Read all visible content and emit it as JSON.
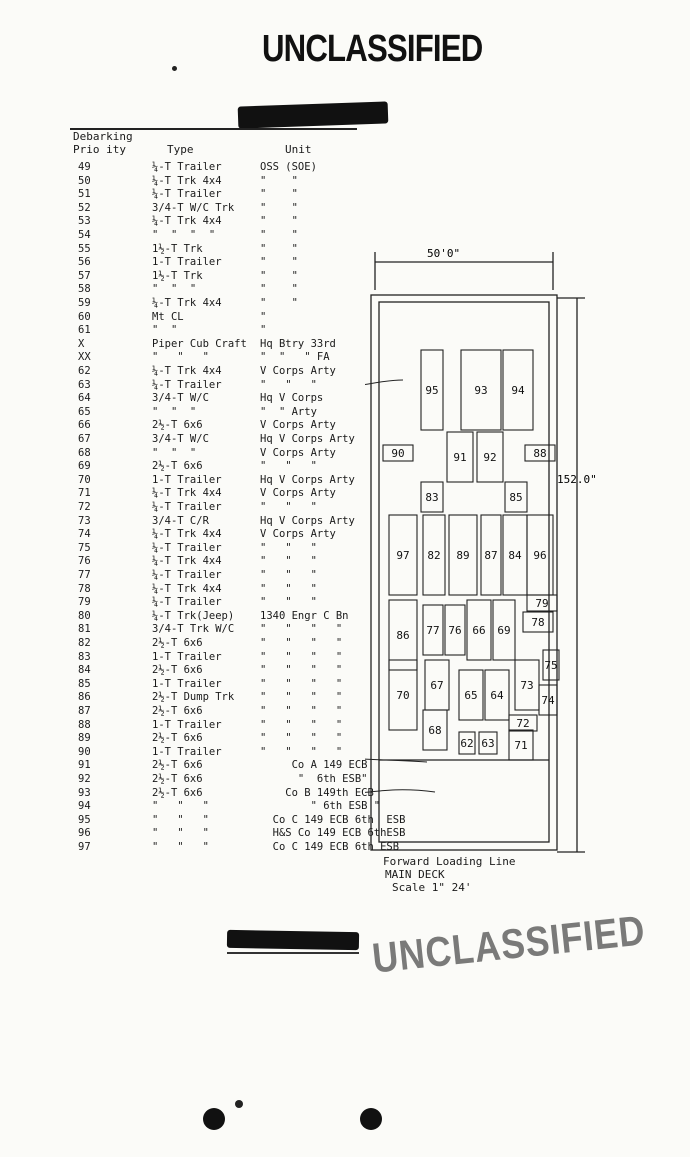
{
  "header": {
    "classification": "UNCLASSIFIED"
  },
  "columns": {
    "debarking": "Debarking",
    "priority": "Prio ity",
    "type": "Type",
    "unit": "Unit"
  },
  "rows": [
    {
      "p": "49",
      "t": "¼-T Trailer",
      "u": "OSS (SOE)"
    },
    {
      "p": "50",
      "t": "¼-T Trk 4x4",
      "u": "\"    \""
    },
    {
      "p": "51",
      "t": "¼-T Trailer",
      "u": "\"    \""
    },
    {
      "p": "52",
      "t": "3/4-T W/C Trk",
      "u": "\"    \""
    },
    {
      "p": "53",
      "t": "¼-T Trk 4x4",
      "u": "\"    \""
    },
    {
      "p": "54",
      "t": "\"  \"  \"  \"",
      "u": "\"    \""
    },
    {
      "p": "55",
      "t": "1½-T Trk",
      "u": "\"    \""
    },
    {
      "p": "56",
      "t": "1-T Trailer",
      "u": "\"    \""
    },
    {
      "p": "57",
      "t": "1½-T Trk",
      "u": "\"    \""
    },
    {
      "p": "58",
      "t": "\"  \"  \"",
      "u": "\"    \""
    },
    {
      "p": "59",
      "t": "¼-T Trk 4x4",
      "u": "\"    \""
    },
    {
      "p": "60",
      "t": "Mt CL",
      "u": "\""
    },
    {
      "p": "61",
      "t": "\"  \"",
      "u": "\""
    },
    {
      "p": "X",
      "t": "Piper Cub Craft",
      "u": "Hq Btry 33rd"
    },
    {
      "p": "XX",
      "t": "\"   \"   \"",
      "u": "\"  \"   \" FA"
    },
    {
      "p": "62",
      "t": "¼-T Trk 4x4",
      "u": "V Corps Arty"
    },
    {
      "p": "63",
      "t": "¼-T Trailer",
      "u": "\"   \"   \""
    },
    {
      "p": "64",
      "t": "3/4-T W/C",
      "u": "Hq V Corps"
    },
    {
      "p": "65",
      "t": "\"  \"  \"",
      "u": "\"  \" Arty"
    },
    {
      "p": "66",
      "t": "2½-T 6x6",
      "u": "V Corps Arty"
    },
    {
      "p": "67",
      "t": "3/4-T W/C",
      "u": "Hq V Corps Arty"
    },
    {
      "p": "68",
      "t": "\"  \"  \"",
      "u": "V Corps Arty"
    },
    {
      "p": "69",
      "t": "2½-T 6x6",
      "u": "\"   \"   \""
    },
    {
      "p": "70",
      "t": "1-T Trailer",
      "u": "Hq V Corps Arty"
    },
    {
      "p": "71",
      "t": "¼-T Trk 4x4",
      "u": "V Corps Arty"
    },
    {
      "p": "72",
      "t": "¼-T Trailer",
      "u": "\"   \"   \""
    },
    {
      "p": "73",
      "t": "3/4-T C/R",
      "u": "Hq V Corps Arty"
    },
    {
      "p": "74",
      "t": "¼-T Trk 4x4",
      "u": "V Corps Arty"
    },
    {
      "p": "75",
      "t": "¼-T Trailer",
      "u": "\"   \"   \""
    },
    {
      "p": "76",
      "t": "¼-T Trk 4x4",
      "u": "\"   \"   \""
    },
    {
      "p": "77",
      "t": "¼-T Trailer",
      "u": "\"   \"   \""
    },
    {
      "p": "78",
      "t": "¼-T Trk 4x4",
      "u": "\"   \"   \""
    },
    {
      "p": "79",
      "t": "¼-T Trailer",
      "u": "\"   \"   \""
    },
    {
      "p": "80",
      "t": "¼-T Trk(Jeep)",
      "u": "1340 Engr C Bn"
    },
    {
      "p": "81",
      "t": "3/4-T Trk W/C",
      "u": "\"   \"   \"   \""
    },
    {
      "p": "82",
      "t": "2½-T 6x6",
      "u": "\"   \"   \"   \""
    },
    {
      "p": "83",
      "t": "1-T Trailer",
      "u": "\"   \"   \"   \""
    },
    {
      "p": "84",
      "t": "2½-T 6x6",
      "u": "\"   \"   \"   \""
    },
    {
      "p": "85",
      "t": "1-T Trailer",
      "u": "\"   \"   \"   \""
    },
    {
      "p": "86",
      "t": "2½-T Dump Trk",
      "u": "\"   \"   \"   \""
    },
    {
      "p": "87",
      "t": "2½-T 6x6",
      "u": "\"   \"   \"   \""
    },
    {
      "p": "88",
      "t": "1-T Trailer",
      "u": "\"   \"   \"   \""
    },
    {
      "p": "89",
      "t": "2½-T 6x6",
      "u": "\"   \"   \"   \""
    },
    {
      "p": "90",
      "t": "1-T Trailer",
      "u": "\"   \"   \"   \""
    },
    {
      "p": "91",
      "t": "2½-T 6x6",
      "u": "     Co A 149 ECB"
    },
    {
      "p": "92",
      "t": "2½-T 6x6",
      "u": "      \"  6th ESB\""
    },
    {
      "p": "93",
      "t": "2½-T 6x6",
      "u": "    Co B 149th ECB"
    },
    {
      "p": "94",
      "t": "\"   \"   \"",
      "u": "        \" 6th ESB \""
    },
    {
      "p": "95",
      "t": "\"   \"   \"",
      "u": "  Co C 149 ECB 6th  ESB"
    },
    {
      "p": "96",
      "t": "\"   \"   \"",
      "u": "  H&S Co 149 ECB 6thESB"
    },
    {
      "p": "97",
      "t": "\"   \"   \"",
      "u": "  Co C 149 ECB 6th ESB"
    }
  ],
  "plan": {
    "width_label": "50'0\"",
    "length_label": "152.0\"",
    "slots": [
      "95",
      "93",
      "94",
      "90",
      "91",
      "92",
      "88",
      "83",
      "85",
      "97",
      "82",
      "89",
      "87",
      "84",
      "96",
      "79",
      "86",
      "77",
      "76",
      "66",
      "69",
      "78",
      "75",
      "70",
      "67",
      "65",
      "64",
      "73",
      "74",
      "72",
      "68",
      "62",
      "63",
      "71"
    ]
  },
  "caption": {
    "line1": "Forward Loading Line",
    "line2": "MAIN DECK",
    "line3": "Scale 1\"  24'"
  },
  "footer": {
    "stamp": "UNCLASSIFIED"
  }
}
